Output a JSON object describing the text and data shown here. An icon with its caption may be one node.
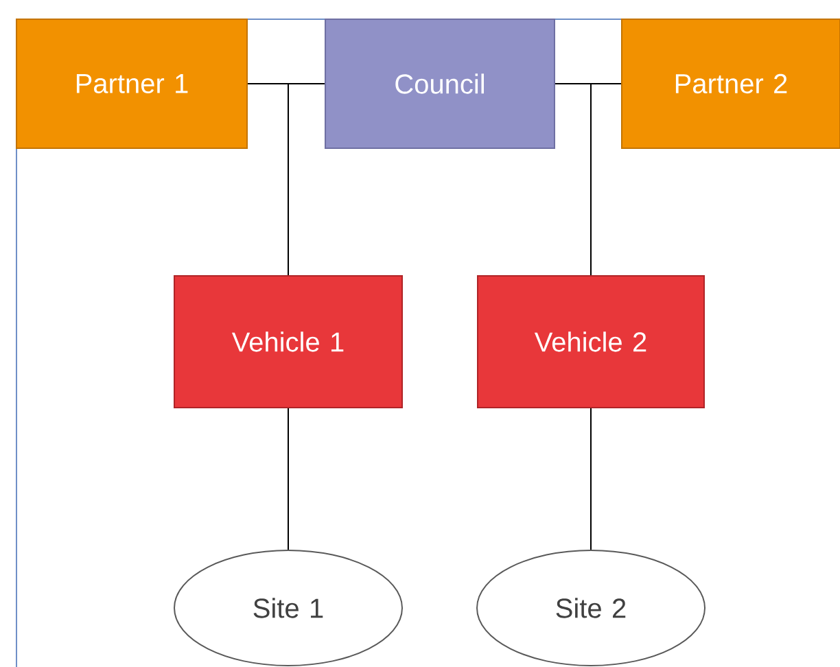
{
  "diagram": {
    "nodes": [
      {
        "text": [
          "Partner 1"
        ]
      },
      {
        "text": [
          "Council"
        ]
      },
      {
        "text": [
          "Partner 2"
        ]
      },
      {
        "text": [
          "Vehicle 1"
        ]
      },
      {
        "text": [
          "Vehicle 2"
        ]
      },
      {
        "text": [
          "Site 1"
        ]
      },
      {
        "text": [
          "Site 2"
        ]
      }
    ],
    "edges": [
      {
        "from": 0,
        "to": 3,
        "arrow": "none"
      },
      {
        "from": 1,
        "to": 3,
        "arrow": "none"
      },
      {
        "from": 1,
        "to": 4,
        "arrow": "none"
      },
      {
        "from": 2,
        "to": 4,
        "arrow": "none"
      },
      {
        "from": 3,
        "to": 5,
        "arrow": "none"
      },
      {
        "from": 4,
        "to": 6,
        "arrow": "none"
      }
    ]
  }
}
